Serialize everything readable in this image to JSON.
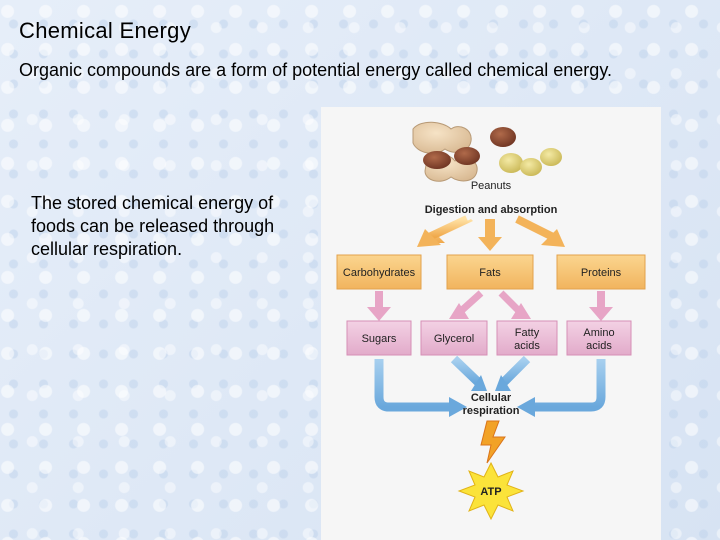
{
  "slide": {
    "title": "Chemical Energy",
    "subtitle": "Organic compounds are a form of potential energy called chemical energy.",
    "body": "The stored chemical energy of foods can be released through cellular respiration."
  },
  "diagram": {
    "source_label": "Peanuts",
    "step_label": "Digestion and absorption",
    "macronutrients": [
      "Carbohydrates",
      "Fats",
      "Proteins"
    ],
    "subunits": [
      {
        "line1": "Sugars",
        "line2": ""
      },
      {
        "line1": "Glycerol",
        "line2": ""
      },
      {
        "line1": "Fatty",
        "line2": "acids"
      },
      {
        "line1": "Amino",
        "line2": "acids"
      }
    ],
    "process": {
      "line1": "Cellular",
      "line2": "respiration"
    },
    "product": "ATP",
    "colors": {
      "macro_box": "#f5c26b",
      "sub_box": "#e8bcd6",
      "arrow_orange": "#f3b35a",
      "arrow_pink": "#e7a5c6",
      "arrow_blue": "#7db6e4"
    }
  }
}
